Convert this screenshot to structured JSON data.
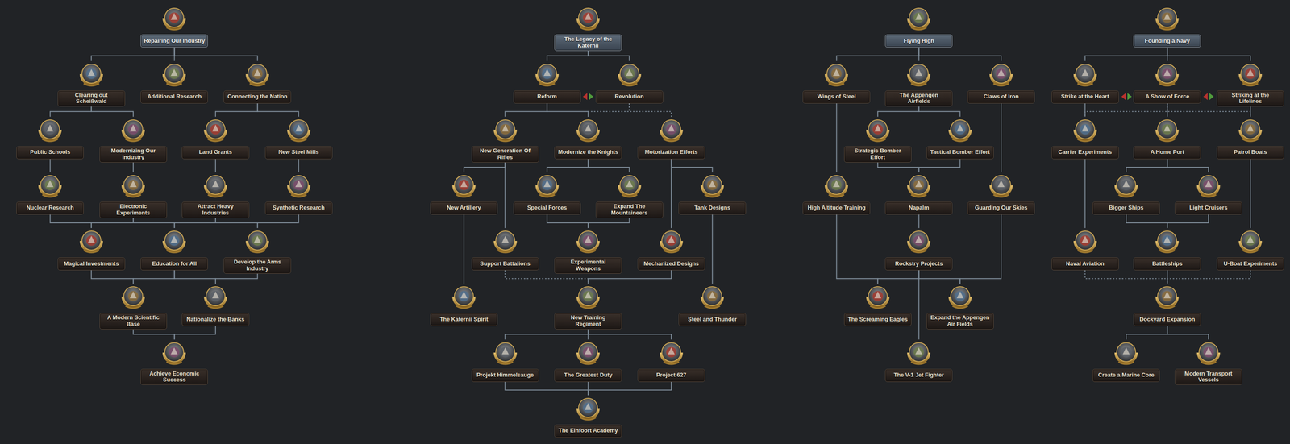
{
  "diagram": {
    "nodes": [
      {
        "text": [
          "Repairing Our Industry"
        ]
      },
      {
        "text": [
          "Clearing out Scheißwald"
        ]
      },
      {
        "text": [
          "Additional Research"
        ]
      },
      {
        "text": [
          "Connecting the Nation"
        ]
      },
      {
        "text": [
          "Public Schools"
        ]
      },
      {
        "text": [
          "Modernizing Our Industry"
        ]
      },
      {
        "text": [
          "Land Grants"
        ]
      },
      {
        "text": [
          "New Steel Mills"
        ]
      },
      {
        "text": [
          "Nuclear Research"
        ]
      },
      {
        "text": [
          "Electronic Experiments"
        ]
      },
      {
        "text": [
          "Attract Heavy Industries"
        ]
      },
      {
        "text": [
          "Synthetic Research"
        ]
      },
      {
        "text": [
          "Magical Investments"
        ]
      },
      {
        "text": [
          "Education for All"
        ]
      },
      {
        "text": [
          "Develop the Arms Industry"
        ]
      },
      {
        "text": [
          "A Modern Scientific Base"
        ]
      },
      {
        "text": [
          "Nationalize the Banks"
        ]
      },
      {
        "text": [
          "Achieve Economic Success"
        ]
      },
      {
        "text": [
          "The Legacy of the Katernii"
        ]
      },
      {
        "text": [
          "Reform"
        ]
      },
      {
        "text": [
          "Revolution"
        ]
      },
      {
        "text": [
          "New Generation Of Rifles"
        ]
      },
      {
        "text": [
          "Modernize the Knights"
        ]
      },
      {
        "text": [
          "Motorization Efforts"
        ]
      },
      {
        "text": [
          "New Artillery"
        ]
      },
      {
        "text": [
          "Special Forces"
        ]
      },
      {
        "text": [
          "Expand The Mountaineers"
        ]
      },
      {
        "text": [
          "Tank Designs"
        ]
      },
      {
        "text": [
          "Support Battalions"
        ]
      },
      {
        "text": [
          "Experimental Weapons"
        ]
      },
      {
        "text": [
          "Mechanized Designs"
        ]
      },
      {
        "text": [
          "The Katernii Spirit"
        ]
      },
      {
        "text": [
          "New Training Regiment"
        ]
      },
      {
        "text": [
          "Steel and Thunder"
        ]
      },
      {
        "text": [
          "Projekt Himmelsauge"
        ]
      },
      {
        "text": [
          "The Greatest Duty"
        ]
      },
      {
        "text": [
          "Project 627"
        ]
      },
      {
        "text": [
          "The Einfoort Academy"
        ]
      },
      {
        "text": [
          "Flying High"
        ]
      },
      {
        "text": [
          "Wings of Steel"
        ]
      },
      {
        "text": [
          "The Appengen Airfields"
        ]
      },
      {
        "text": [
          "Claws of Iron"
        ]
      },
      {
        "text": [
          "Strategic Bomber Effort"
        ]
      },
      {
        "text": [
          "Tactical Bomber Effort"
        ]
      },
      {
        "text": [
          "High Altitude Training"
        ]
      },
      {
        "text": [
          "Napalm"
        ]
      },
      {
        "text": [
          "Guarding Our Skies"
        ]
      },
      {
        "text": [
          "Rockstry Projects"
        ]
      },
      {
        "text": [
          "The Screaming Eagles"
        ]
      },
      {
        "text": [
          "Expand the Appengen Air Fields"
        ]
      },
      {
        "text": [
          "The V-1 Jet Fighter"
        ]
      },
      {
        "text": [
          "Founding a Navy"
        ]
      },
      {
        "text": [
          "Strike at the Heart"
        ]
      },
      {
        "text": [
          "A Show of Force"
        ]
      },
      {
        "text": [
          "Striking at the Lifelines"
        ]
      },
      {
        "text": [
          "Carrier Experiments"
        ]
      },
      {
        "text": [
          "A Home Port"
        ]
      },
      {
        "text": [
          "Patrol Boats"
        ]
      },
      {
        "text": [
          "Bigger Ships"
        ]
      },
      {
        "text": [
          "Light Cruisers"
        ]
      },
      {
        "text": [
          "Naval Aviation"
        ]
      },
      {
        "text": [
          "Battleships"
        ]
      },
      {
        "text": [
          "U-Boat Experiments"
        ]
      },
      {
        "text": [
          "Dockyard Expansion"
        ]
      },
      {
        "text": [
          "Create a Marine Core"
        ]
      },
      {
        "text": [
          "Modern Transport Vessels"
        ]
      }
    ],
    "edges": [
      {
        "from": 0,
        "to": 1,
        "arrow": "none"
      },
      {
        "from": 0,
        "to": 2,
        "arrow": "none"
      },
      {
        "from": 0,
        "to": 3,
        "arrow": "none"
      },
      {
        "from": 1,
        "to": 4,
        "arrow": "none"
      },
      {
        "from": 1,
        "to": 5,
        "arrow": "none"
      },
      {
        "from": 3,
        "to": 6,
        "arrow": "none"
      },
      {
        "from": 3,
        "to": 7,
        "arrow": "none"
      },
      {
        "from": 4,
        "to": 8,
        "arrow": "none"
      },
      {
        "from": 5,
        "to": 9,
        "arrow": "none"
      },
      {
        "from": 6,
        "to": 10,
        "arrow": "none"
      },
      {
        "from": 7,
        "to": 11,
        "arrow": "none"
      },
      {
        "from": 8,
        "to": 12,
        "arrow": "none"
      },
      {
        "from": 9,
        "to": 12,
        "arrow": "none"
      },
      {
        "from": 9,
        "to": 13,
        "arrow": "none"
      },
      {
        "from": 10,
        "to": 13,
        "arrow": "none"
      },
      {
        "from": 10,
        "to": 14,
        "arrow": "none"
      },
      {
        "from": 11,
        "to": 14,
        "arrow": "none"
      },
      {
        "from": 12,
        "to": 15,
        "arrow": "none"
      },
      {
        "from": 13,
        "to": 15,
        "arrow": "none"
      },
      {
        "from": 13,
        "to": 16,
        "arrow": "none"
      },
      {
        "from": 14,
        "to": 16,
        "arrow": "none"
      },
      {
        "from": 15,
        "to": 17,
        "arrow": "none"
      },
      {
        "from": 16,
        "to": 17,
        "arrow": "none"
      },
      {
        "from": 18,
        "to": 19,
        "arrow": "none"
      },
      {
        "from": 18,
        "to": 20,
        "arrow": "none"
      },
      {
        "from": 19,
        "to": 21,
        "arrow": "none"
      },
      {
        "from": 19,
        "to": 22,
        "arrow": "none"
      },
      {
        "from": 20,
        "to": 22,
        "arrow": "none"
      },
      {
        "from": 20,
        "to": 23,
        "arrow": "none"
      },
      {
        "from": 21,
        "to": 24,
        "arrow": "none"
      },
      {
        "from": 21,
        "to": 28,
        "arrow": "none"
      },
      {
        "from": 22,
        "to": 25,
        "arrow": "none"
      },
      {
        "from": 22,
        "to": 26,
        "arrow": "none"
      },
      {
        "from": 23,
        "to": 27,
        "arrow": "none"
      },
      {
        "from": 23,
        "to": 30,
        "arrow": "none"
      },
      {
        "from": 25,
        "to": 29,
        "arrow": "none"
      },
      {
        "from": 26,
        "to": 29,
        "arrow": "none"
      },
      {
        "from": 24,
        "to": 31,
        "arrow": "none"
      },
      {
        "from": 28,
        "to": 32,
        "arrow": "none"
      },
      {
        "from": 30,
        "to": 32,
        "arrow": "none"
      },
      {
        "from": 27,
        "to": 33,
        "arrow": "none"
      },
      {
        "from": 32,
        "to": 34,
        "arrow": "none"
      },
      {
        "from": 32,
        "to": 35,
        "arrow": "none"
      },
      {
        "from": 32,
        "to": 36,
        "arrow": "none"
      },
      {
        "from": 34,
        "to": 37,
        "arrow": "none"
      },
      {
        "from": 35,
        "to": 37,
        "arrow": "none"
      },
      {
        "from": 36,
        "to": 37,
        "arrow": "none"
      },
      {
        "from": 38,
        "to": 39,
        "arrow": "none"
      },
      {
        "from": 38,
        "to": 40,
        "arrow": "none"
      },
      {
        "from": 38,
        "to": 41,
        "arrow": "none"
      },
      {
        "from": 40,
        "to": 42,
        "arrow": "none"
      },
      {
        "from": 40,
        "to": 43,
        "arrow": "none"
      },
      {
        "from": 39,
        "to": 44,
        "arrow": "none"
      },
      {
        "from": 42,
        "to": 45,
        "arrow": "none"
      },
      {
        "from": 43,
        "to": 45,
        "arrow": "none"
      },
      {
        "from": 41,
        "to": 46,
        "arrow": "none"
      },
      {
        "from": 45,
        "to": 47,
        "arrow": "none"
      },
      {
        "from": 44,
        "to": 48,
        "arrow": "none"
      },
      {
        "from": 47,
        "to": 48,
        "arrow": "none"
      },
      {
        "from": 47,
        "to": 49,
        "arrow": "none"
      },
      {
        "from": 46,
        "to": 49,
        "arrow": "none"
      },
      {
        "from": 47,
        "to": 50,
        "arrow": "none"
      },
      {
        "from": 51,
        "to": 52,
        "arrow": "none"
      },
      {
        "from": 51,
        "to": 53,
        "arrow": "none"
      },
      {
        "from": 51,
        "to": 54,
        "arrow": "none"
      },
      {
        "from": 52,
        "to": 55,
        "arrow": "none"
      },
      {
        "from": 53,
        "to": 55,
        "arrow": "none"
      },
      {
        "from": 53,
        "to": 56,
        "arrow": "none"
      },
      {
        "from": 53,
        "to": 57,
        "arrow": "none"
      },
      {
        "from": 54,
        "to": 57,
        "arrow": "none"
      },
      {
        "from": 56,
        "to": 58,
        "arrow": "none"
      },
      {
        "from": 56,
        "to": 59,
        "arrow": "none"
      },
      {
        "from": 55,
        "to": 60,
        "arrow": "none"
      },
      {
        "from": 58,
        "to": 61,
        "arrow": "none"
      },
      {
        "from": 59,
        "to": 61,
        "arrow": "none"
      },
      {
        "from": 57,
        "to": 62,
        "arrow": "none"
      },
      {
        "from": 60,
        "to": 63,
        "arrow": "none"
      },
      {
        "from": 61,
        "to": 63,
        "arrow": "none"
      },
      {
        "from": 62,
        "to": 63,
        "arrow": "none"
      },
      {
        "from": 63,
        "to": 64,
        "arrow": "none"
      },
      {
        "from": 63,
        "to": 65,
        "arrow": "none"
      }
    ]
  }
}
